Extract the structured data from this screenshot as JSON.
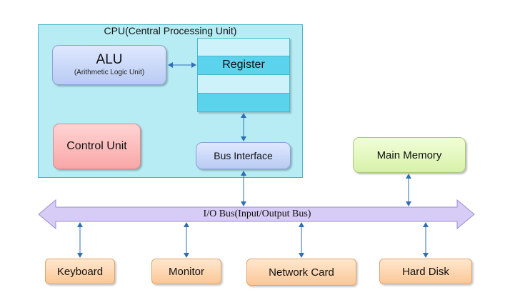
{
  "cpu": {
    "title": "CPU(Central Processing Unit)",
    "alu_title": "ALU",
    "alu_subtitle": "(Arithmetic  Logic Unit)",
    "control_unit": "Control Unit",
    "register": "Register",
    "bus_interface": "Bus Interface"
  },
  "main_memory": "Main Memory",
  "io_bus": "I/O Bus(Input/Output Bus)",
  "devices": {
    "keyboard": "Keyboard",
    "monitor": "Monitor",
    "network_card": "Network Card",
    "hard_disk": "Hard Disk"
  },
  "colors": {
    "cpu_fill": "#b7ecf4",
    "register_dark": "#5bd3ec",
    "bus_fill": "#d7ccf5",
    "connector": "#2f6fb4",
    "device_fill": "#fbc796",
    "memory_fill": "#d7f1a9",
    "control_unit_fill": "#f9a7a7"
  }
}
